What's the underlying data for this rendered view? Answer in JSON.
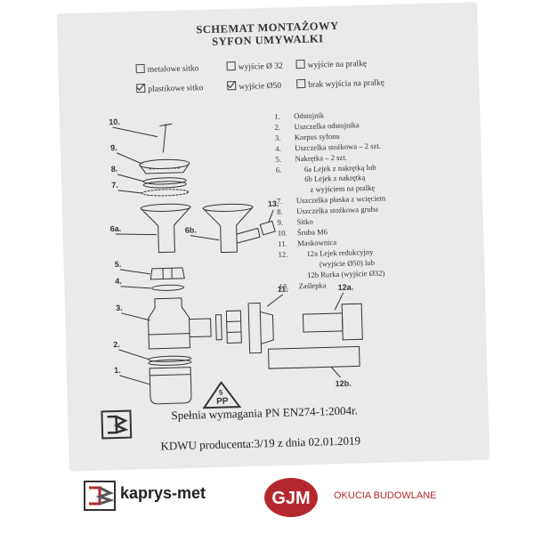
{
  "document": {
    "title_line1": "SCHEMAT MONTAŻOWY",
    "title_line2": "SYFON UMYWALKI",
    "options": [
      {
        "label": "metalowe sitko",
        "checked": false
      },
      {
        "label": "wyjście Ø 32",
        "checked": false
      },
      {
        "label": "wyjście na pralkę",
        "checked": false
      },
      {
        "label": "plastikowe sitko",
        "checked": true
      },
      {
        "label": "wyjście Ø50",
        "checked": true
      },
      {
        "label": "brak wyjścia na pralkę",
        "checked": false
      }
    ],
    "legend": [
      {
        "num": "1.",
        "text": "Odstojnik"
      },
      {
        "num": "2.",
        "text": "Uszczelka odstojnika"
      },
      {
        "num": "3.",
        "text": "Korpus syfonu"
      },
      {
        "num": "4.",
        "text": "Uszczelka stożkowa – 2 szt."
      },
      {
        "num": "5.",
        "text": "Nakrętka – 2 szt."
      },
      {
        "num": "6.",
        "text": "6a Lejek z nakrętką lub"
      },
      {
        "num": "",
        "text": "6b Lejek z nakrętką"
      },
      {
        "num": "",
        "text": "z wyjściem na pralkę"
      },
      {
        "num": "7.",
        "text": "Uszczelka płaska z wcięciem"
      },
      {
        "num": "8.",
        "text": "Uszczelka stożkowa gruba"
      },
      {
        "num": "9.",
        "text": "Sitko"
      },
      {
        "num": "10.",
        "text": "Śruba M6"
      },
      {
        "num": "11.",
        "text": "Maskownica"
      },
      {
        "num": "12.",
        "text": "12a Lejek redukcyjny"
      },
      {
        "num": "",
        "text": "(wyjście Ø50) lub"
      },
      {
        "num": "",
        "text": "12b Rurka (wyjście Ø32)"
      },
      {
        "num": "13.",
        "text": "Zaślepka"
      }
    ],
    "part_labels": {
      "p10": "10.",
      "p9": "9.",
      "p8": "8.",
      "p7": "7.",
      "p6a": "6a.",
      "p6b": "6b.",
      "p13": "13.",
      "p5": "5.",
      "p4": "4.",
      "p3": "3.",
      "p2": "2.",
      "p1": "1.",
      "p11": "11.",
      "p12a": "12a.",
      "p12b": "12b."
    },
    "recycle_label": "PP",
    "recycle_number": "5",
    "footer_line1": "Spełnia wymagania PN EN274-1:2004r.",
    "footer_line2": "KDWU producenta:3/19 z dnia 02.01.2019"
  },
  "brands": {
    "kaprys_name": "kaprys-met",
    "gjm_logo": "GJM",
    "gjm_tagline": "OKUCIA BUDOWLANE",
    "gjm_color": "#b6282f"
  }
}
